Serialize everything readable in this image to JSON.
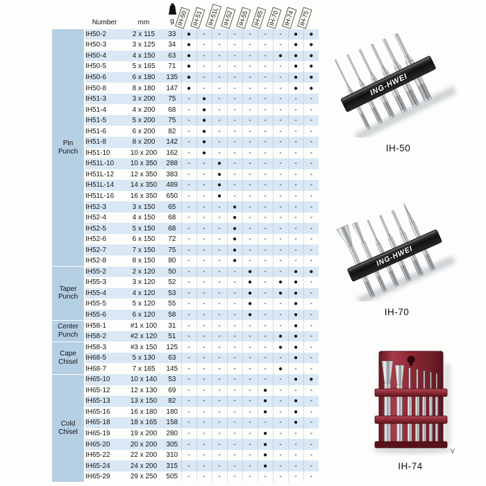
{
  "header": {
    "number_label": "Number",
    "mm_label": "mm",
    "gram_label": "g",
    "weight_icon": "weight-icon"
  },
  "brand": "ING-HWEI",
  "watermark": "v",
  "colors": {
    "row_stripe": "#d9e8f4",
    "category_bg": "#b5cfe3",
    "stand_red": "#8c2934",
    "holder_black": "#161616"
  },
  "products": [
    {
      "label": "IH-50"
    },
    {
      "label": "IH-70"
    },
    {
      "label": "IH-74"
    }
  ],
  "table": {
    "dot_symbol": "●",
    "dash_symbol": "-",
    "set_columns": [
      "IH-50",
      "IH-51",
      "IH-51L",
      "IH-52",
      "IH-55",
      "IH-65",
      "IH-70",
      "IH-74",
      "IH-75"
    ],
    "groups": [
      {
        "label": "Pin Punch",
        "rows": [
          {
            "number": "IH50-2",
            "mm": "2 x 115",
            "g": "33",
            "sets": [
              1,
              0,
              0,
              0,
              0,
              0,
              0,
              1,
              1
            ]
          },
          {
            "number": "IH50-3",
            "mm": "3 x 125",
            "g": "34",
            "sets": [
              1,
              0,
              0,
              0,
              0,
              0,
              0,
              1,
              1
            ]
          },
          {
            "number": "IH50-4",
            "mm": "4 x 150",
            "g": "63",
            "sets": [
              1,
              0,
              0,
              0,
              0,
              0,
              1,
              1,
              1
            ]
          },
          {
            "number": "IH50-5",
            "mm": "5 x 165",
            "g": "71",
            "sets": [
              1,
              0,
              0,
              0,
              0,
              0,
              0,
              1,
              1
            ]
          },
          {
            "number": "IH50-6",
            "mm": "6 x 180",
            "g": "135",
            "sets": [
              1,
              0,
              0,
              0,
              0,
              0,
              0,
              1,
              1
            ]
          },
          {
            "number": "IH50-8",
            "mm": "8 x 180",
            "g": "147",
            "sets": [
              1,
              0,
              0,
              0,
              0,
              0,
              0,
              1,
              1
            ]
          },
          {
            "number": "IH51-3",
            "mm": "3 x 200",
            "g": "75",
            "sets": [
              0,
              1,
              0,
              0,
              0,
              0,
              0,
              0,
              0
            ]
          },
          {
            "number": "IH51-4",
            "mm": "4 x 200",
            "g": "68",
            "sets": [
              0,
              1,
              0,
              0,
              0,
              0,
              0,
              0,
              0
            ]
          },
          {
            "number": "IH51-5",
            "mm": "5 x 200",
            "g": "75",
            "sets": [
              0,
              1,
              0,
              0,
              0,
              0,
              0,
              0,
              0
            ]
          },
          {
            "number": "IH51-6",
            "mm": "6 x 200",
            "g": "82",
            "sets": [
              0,
              1,
              0,
              0,
              0,
              0,
              0,
              0,
              0
            ]
          },
          {
            "number": "IH51-8",
            "mm": "8 x 200",
            "g": "142",
            "sets": [
              0,
              1,
              0,
              0,
              0,
              0,
              0,
              0,
              0
            ]
          },
          {
            "number": "IH51-10",
            "mm": "10 x 200",
            "g": "162",
            "sets": [
              0,
              1,
              0,
              0,
              0,
              0,
              0,
              0,
              0
            ]
          },
          {
            "number": "IH51L-10",
            "mm": "10 x 350",
            "g": "288",
            "sets": [
              0,
              0,
              1,
              0,
              0,
              0,
              0,
              0,
              0
            ]
          },
          {
            "number": "IH51L-12",
            "mm": "12 x 350",
            "g": "383",
            "sets": [
              0,
              0,
              1,
              0,
              0,
              0,
              0,
              0,
              0
            ]
          },
          {
            "number": "IH51L-14",
            "mm": "14 x 350",
            "g": "489",
            "sets": [
              0,
              0,
              1,
              0,
              0,
              0,
              0,
              0,
              0
            ]
          },
          {
            "number": "IH51L-16",
            "mm": "16 x 350",
            "g": "650",
            "sets": [
              0,
              0,
              1,
              0,
              0,
              0,
              0,
              0,
              0
            ]
          },
          {
            "number": "IH52-3",
            "mm": "3 x 150",
            "g": "65",
            "sets": [
              0,
              0,
              0,
              1,
              0,
              0,
              0,
              0,
              0
            ]
          },
          {
            "number": "IH52-4",
            "mm": "4 x 150",
            "g": "68",
            "sets": [
              0,
              0,
              0,
              1,
              0,
              0,
              0,
              0,
              0
            ]
          },
          {
            "number": "IH52-5",
            "mm": "5 x 150",
            "g": "68",
            "sets": [
              0,
              0,
              0,
              1,
              0,
              0,
              0,
              0,
              0
            ]
          },
          {
            "number": "IH52-6",
            "mm": "6 x 150",
            "g": "72",
            "sets": [
              0,
              0,
              0,
              1,
              0,
              0,
              0,
              0,
              0
            ]
          },
          {
            "number": "IH52-7",
            "mm": "7 x 150",
            "g": "75",
            "sets": [
              0,
              0,
              0,
              1,
              0,
              0,
              0,
              0,
              0
            ]
          },
          {
            "number": "IH52-8",
            "mm": "8 x 150",
            "g": "80",
            "sets": [
              0,
              0,
              0,
              1,
              0,
              0,
              0,
              0,
              0
            ]
          }
        ]
      },
      {
        "label": "Taper Punch",
        "rows": [
          {
            "number": "IH55-2",
            "mm": "2 x 120",
            "g": "50",
            "sets": [
              0,
              0,
              0,
              0,
              1,
              0,
              0,
              1,
              1
            ]
          },
          {
            "number": "IH55-3",
            "mm": "3 x 120",
            "g": "52",
            "sets": [
              0,
              0,
              0,
              0,
              1,
              0,
              1,
              1,
              0
            ]
          },
          {
            "number": "IH55-4",
            "mm": "4 x 120",
            "g": "53",
            "sets": [
              0,
              0,
              0,
              0,
              1,
              0,
              1,
              1,
              0
            ]
          },
          {
            "number": "IH55-5",
            "mm": "5 x 120",
            "g": "55",
            "sets": [
              0,
              0,
              0,
              0,
              1,
              0,
              0,
              1,
              0
            ]
          },
          {
            "number": "IH55-6",
            "mm": "6 x 120",
            "g": "58",
            "sets": [
              0,
              0,
              0,
              0,
              1,
              0,
              0,
              1,
              0
            ]
          }
        ]
      },
      {
        "label": "Center Punch",
        "rows": [
          {
            "number": "IH58-1",
            "mm": "#1 x 100",
            "g": "31",
            "sets": [
              0,
              0,
              0,
              0,
              0,
              0,
              0,
              1,
              0
            ]
          },
          {
            "number": "IH58-2",
            "mm": "#2 x 120",
            "g": "51",
            "sets": [
              0,
              0,
              0,
              0,
              0,
              0,
              1,
              1,
              0
            ]
          }
        ]
      },
      {
        "label": "Cape Chisel",
        "rows": [
          {
            "number": "IH58-3",
            "mm": "#3 x 150",
            "g": "125",
            "sets": [
              0,
              0,
              0,
              0,
              0,
              0,
              1,
              1,
              0
            ]
          },
          {
            "number": "IH68-5",
            "mm": "5 x 130",
            "g": "63",
            "sets": [
              0,
              0,
              0,
              0,
              0,
              0,
              0,
              1,
              0
            ]
          },
          {
            "number": "IH68-7",
            "mm": "7 x 165",
            "g": "145",
            "sets": [
              0,
              0,
              0,
              0,
              0,
              0,
              1,
              0,
              0
            ]
          }
        ]
      },
      {
        "label": "Cold Chisel",
        "rows": [
          {
            "number": "IH65-10",
            "mm": "10 x 140",
            "g": "53",
            "sets": [
              0,
              0,
              0,
              0,
              0,
              0,
              0,
              1,
              1
            ]
          },
          {
            "number": "IH65-12",
            "mm": "12 x 130",
            "g": "69",
            "sets": [
              0,
              0,
              0,
              0,
              0,
              1,
              0,
              0,
              0
            ]
          },
          {
            "number": "IH65-13",
            "mm": "13 x 150",
            "g": "82",
            "sets": [
              0,
              0,
              0,
              0,
              0,
              1,
              0,
              1,
              0
            ]
          },
          {
            "number": "IH65-16",
            "mm": "16 x 180",
            "g": "180",
            "sets": [
              0,
              0,
              0,
              0,
              0,
              1,
              0,
              1,
              0
            ]
          },
          {
            "number": "IH65-18",
            "mm": "18 x 165",
            "g": "158",
            "sets": [
              0,
              0,
              0,
              0,
              0,
              0,
              0,
              1,
              0
            ]
          },
          {
            "number": "IH65-19",
            "mm": "19 x 200",
            "g": "280",
            "sets": [
              0,
              0,
              0,
              0,
              0,
              1,
              0,
              0,
              0
            ]
          },
          {
            "number": "IH65-20",
            "mm": "20 x 200",
            "g": "305",
            "sets": [
              0,
              0,
              0,
              0,
              0,
              1,
              0,
              0,
              0
            ]
          },
          {
            "number": "IH65-22",
            "mm": "22 x 200",
            "g": "310",
            "sets": [
              0,
              0,
              0,
              0,
              0,
              1,
              0,
              0,
              0
            ]
          },
          {
            "number": "IH65-24",
            "mm": "24 x 200",
            "g": "315",
            "sets": [
              0,
              0,
              0,
              0,
              0,
              1,
              0,
              0,
              0
            ]
          },
          {
            "number": "IH65-29",
            "mm": "29 x 250",
            "g": "505",
            "sets": [
              0,
              0,
              0,
              0,
              0,
              0,
              0,
              0,
              0
            ]
          }
        ]
      }
    ]
  }
}
